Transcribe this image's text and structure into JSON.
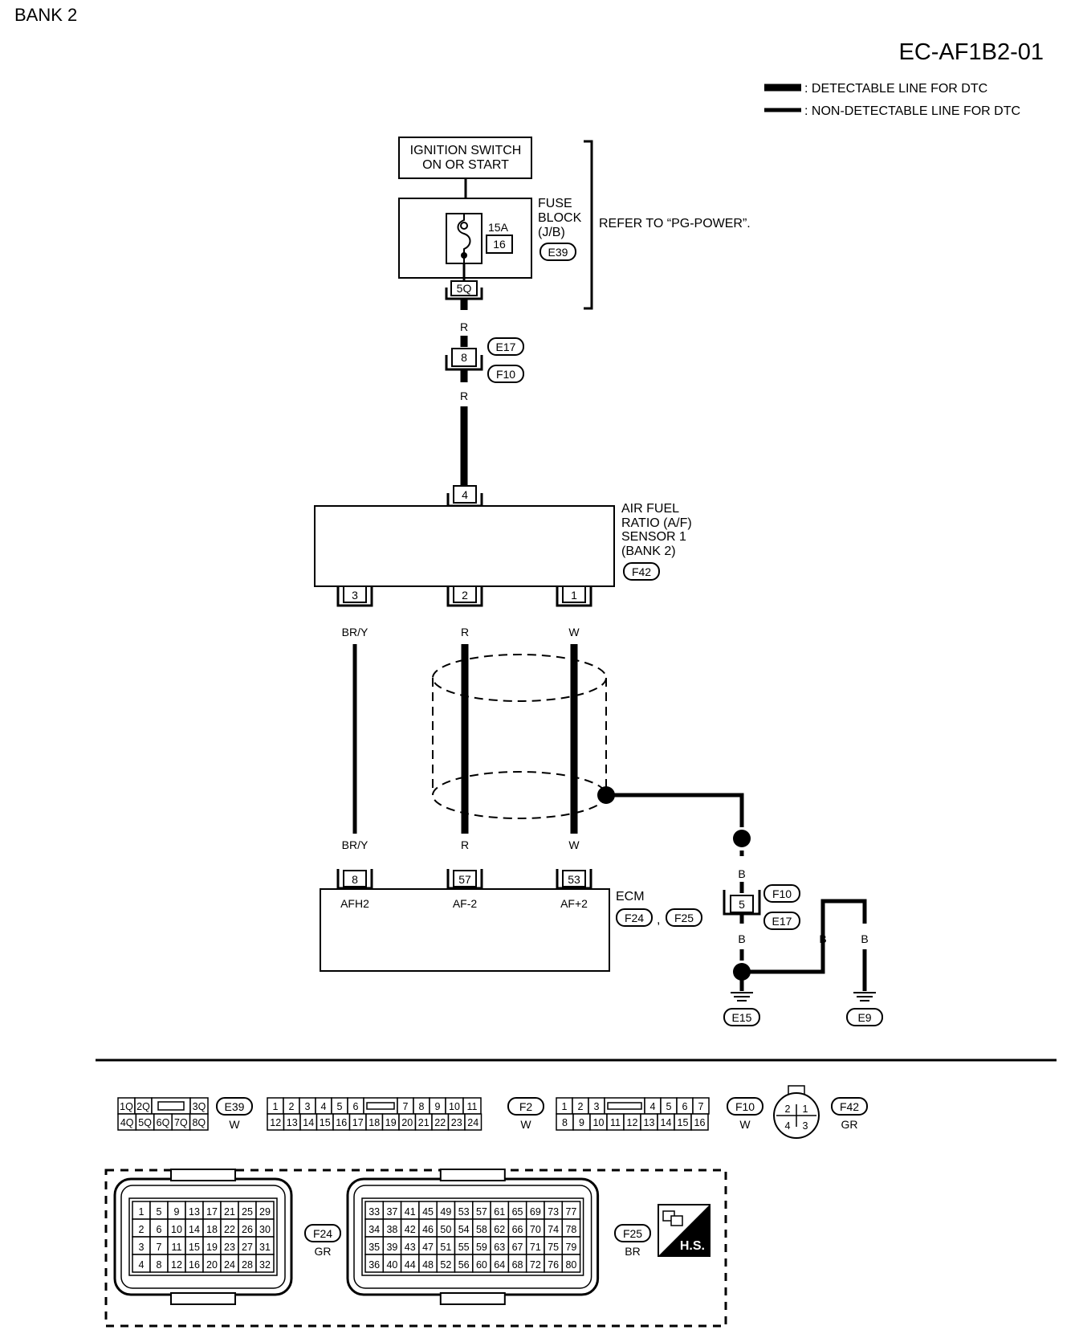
{
  "header": {
    "bank": "BANK 2",
    "code": "EC-AF1B2-01"
  },
  "legend": {
    "detectable": ": DETECTABLE LINE FOR DTC",
    "non_detectable": ": NON-DETECTABLE LINE FOR DTC"
  },
  "ignition": {
    "line1": "IGNITION SWITCH",
    "line2": "ON OR START"
  },
  "fuse_block": {
    "line1": "FUSE",
    "line2": "BLOCK",
    "line3": "(J/B)",
    "connector": "E39",
    "amp": "15A",
    "fuse_no": "16",
    "terminal": "5Q",
    "refer": "REFER TO “PG-POWER”."
  },
  "harness_joint_top": {
    "pin": "8",
    "conn_a": "E17",
    "conn_b": "F10"
  },
  "wire_colors": {
    "r_top1": "R",
    "r_top2": "R",
    "s3_top": "BR/Y",
    "s2_top": "R",
    "s1_top": "W",
    "s3_bot": "BR/Y",
    "s2_bot": "R",
    "s1_bot": "W",
    "b1": "B",
    "b2": "B",
    "b3": "B",
    "b4": "B"
  },
  "sensor": {
    "line1": "AIR FUEL",
    "line2": "RATIO (A/F)",
    "line3": "SENSOR 1",
    "line4": "(BANK 2)",
    "connector": "F42",
    "pin_top": "4",
    "pin_a": "3",
    "pin_b": "2",
    "pin_c": "1"
  },
  "ecm": {
    "title": "ECM",
    "conn_a": "F24",
    "sep": ",",
    "conn_b": "F25",
    "pin_a": "8",
    "pin_b": "57",
    "pin_c": "53",
    "label_a": "AFH2",
    "label_b": "AF-2",
    "label_c": "AF+2"
  },
  "ground_joint": {
    "pin": "5",
    "conn_a": "F10",
    "conn_b": "E17"
  },
  "grounds": {
    "g1": "E15",
    "g2": "E9"
  },
  "connector_views": {
    "e39": {
      "id": "E39",
      "color": "W",
      "top": [
        "1Q",
        "2Q",
        "",
        "3Q"
      ],
      "bottom": [
        "4Q",
        "5Q",
        "6Q",
        "7Q",
        "8Q"
      ]
    },
    "f2": {
      "id": "F2",
      "color": "W",
      "top": [
        "1",
        "2",
        "3",
        "4",
        "5",
        "6",
        "",
        "7",
        "8",
        "9",
        "10",
        "11"
      ],
      "bottom": [
        "12",
        "13",
        "14",
        "15",
        "16",
        "17",
        "18",
        "19",
        "20",
        "21",
        "22",
        "23",
        "24"
      ]
    },
    "f10": {
      "id": "F10",
      "color": "W",
      "top": [
        "1",
        "2",
        "3",
        "",
        "4",
        "5",
        "6",
        "7"
      ],
      "bottom": [
        "8",
        "9",
        "10",
        "11",
        "12",
        "13",
        "14",
        "15",
        "16"
      ]
    },
    "f42": {
      "id": "F42",
      "color": "GR",
      "pins": [
        "2",
        "1",
        "4",
        "3"
      ]
    },
    "f24": {
      "id": "F24",
      "color": "GR",
      "rows": [
        [
          "1",
          "5",
          "9",
          "13",
          "17",
          "21",
          "25",
          "29"
        ],
        [
          "2",
          "6",
          "10",
          "14",
          "18",
          "22",
          "26",
          "30"
        ],
        [
          "3",
          "7",
          "11",
          "15",
          "19",
          "23",
          "27",
          "31"
        ],
        [
          "4",
          "8",
          "12",
          "16",
          "20",
          "24",
          "28",
          "32"
        ]
      ]
    },
    "f25": {
      "id": "F25",
      "color": "BR",
      "rows": [
        [
          "33",
          "37",
          "41",
          "45",
          "49",
          "53",
          "57",
          "61",
          "65",
          "69",
          "73",
          "77"
        ],
        [
          "34",
          "38",
          "42",
          "46",
          "50",
          "54",
          "58",
          "62",
          "66",
          "70",
          "74",
          "78"
        ],
        [
          "35",
          "39",
          "43",
          "47",
          "51",
          "55",
          "59",
          "63",
          "67",
          "71",
          "75",
          "79"
        ],
        [
          "36",
          "40",
          "44",
          "48",
          "52",
          "56",
          "60",
          "64",
          "68",
          "72",
          "76",
          "80"
        ]
      ]
    },
    "hs": "H.S."
  }
}
